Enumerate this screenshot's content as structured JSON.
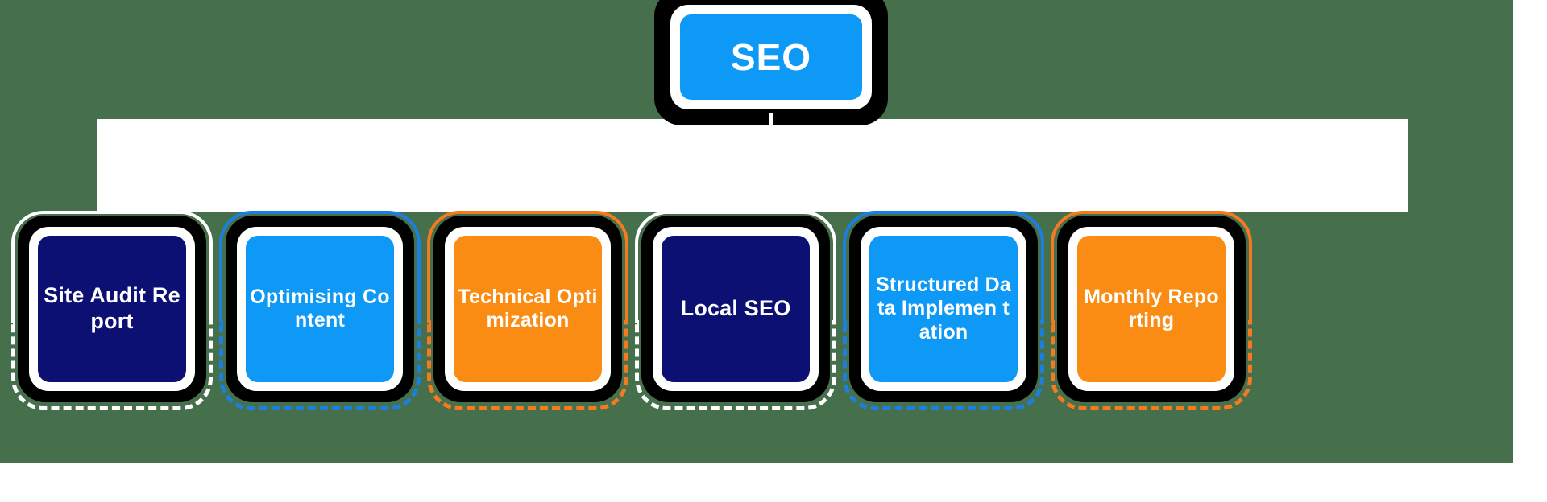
{
  "diagram": {
    "background_color": "#46704b",
    "band_color": "#ffffff",
    "root": {
      "label": "SEO",
      "fill_color": "#0d99f5",
      "border_color": "#000000",
      "ring_color": "#ffffff",
      "text_color": "#ffffff"
    },
    "children": [
      {
        "label": "Site Audit Report",
        "fill_color": "#0d1073",
        "outline_color": "#ffffff",
        "border_color": "#000000",
        "text_color": "#ffffff",
        "size": "size-lg"
      },
      {
        "label": "Optimising Content",
        "fill_color": "#0d99f5",
        "outline_color": "#1a7fe0",
        "border_color": "#000000",
        "text_color": "#ffffff",
        "size": "size-md"
      },
      {
        "label": "Technical Optimization",
        "fill_color": "#fb8c13",
        "outline_color": "#f4791f",
        "border_color": "#000000",
        "text_color": "#ffffff",
        "size": "size-md"
      },
      {
        "label": "Local SEO",
        "fill_color": "#0d1073",
        "outline_color": "#ffffff",
        "border_color": "#000000",
        "text_color": "#ffffff",
        "size": "size-lg"
      },
      {
        "label": "Structured Data Implemen tation",
        "fill_color": "#0d99f5",
        "outline_color": "#1a7fe0",
        "border_color": "#000000",
        "text_color": "#ffffff",
        "size": "size-md"
      },
      {
        "label": "Monthly Reporting",
        "fill_color": "#fb8c13",
        "outline_color": "#f4791f",
        "border_color": "#000000",
        "text_color": "#ffffff",
        "size": "size-md"
      }
    ]
  },
  "layout": {
    "child_x": [
      14,
      272,
      530,
      788,
      1046,
      1304
    ]
  }
}
